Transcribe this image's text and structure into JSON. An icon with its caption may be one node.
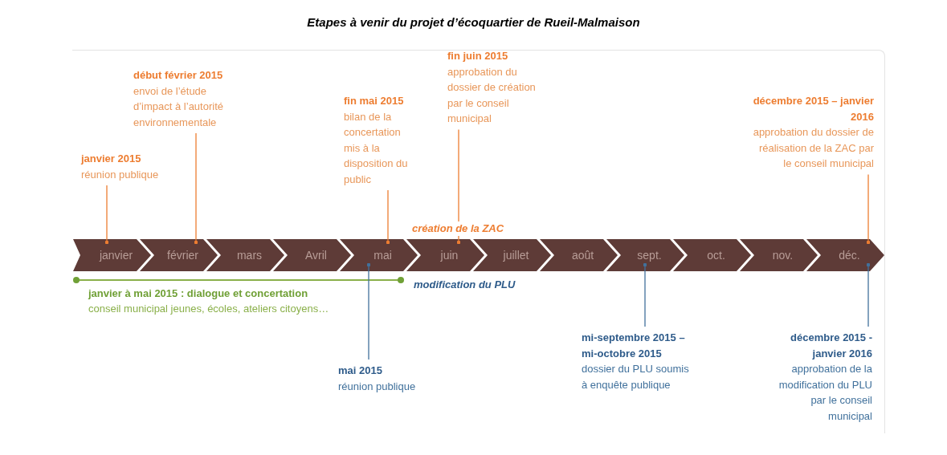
{
  "diagram": {
    "title": "Etapes à venir du projet d’écoquartier de Rueil-Malmaison",
    "nodes": [
      {
        "text": [
          "janvier"
        ]
      },
      {
        "text": [
          "février"
        ]
      },
      {
        "text": [
          "mars"
        ]
      },
      {
        "text": [
          "Avril"
        ]
      },
      {
        "text": [
          "mai"
        ]
      },
      {
        "text": [
          "juin"
        ]
      },
      {
        "text": [
          "juillet"
        ]
      },
      {
        "text": [
          "août"
        ]
      },
      {
        "text": [
          "sept."
        ]
      },
      {
        "text": [
          "oct."
        ]
      },
      {
        "text": [
          "nov."
        ]
      },
      {
        "text": [
          "déc."
        ]
      },
      {
        "text": [
          "janvier 2015",
          "réunion publique"
        ]
      },
      {
        "text": [
          "début février 2015",
          "envoi de l’étude d’impact à l’autorité environnementale"
        ]
      },
      {
        "text": [
          "fin mai 2015",
          "bilan de la concertation mis à la disposition du public"
        ]
      },
      {
        "text": [
          "fin juin 2015",
          "approbation du dossier de création par le conseil municipal"
        ]
      },
      {
        "text": [
          "décembre 2015 – janvier 2016",
          "approbation du dossier de réalisation de la ZAC par le conseil municipal"
        ]
      },
      {
        "text": [
          "mai 2015",
          "réunion publique"
        ]
      },
      {
        "text": [
          "mi-septembre 2015 – mi-octobre 2015",
          "dossier du PLU soumis à enquête publique"
        ]
      },
      {
        "text": [
          "décembre 2015 - janvier 2016",
          "approbation de la modification du PLU par le conseil municipal"
        ]
      }
    ],
    "edges": [
      {
        "from": 12,
        "to": 0,
        "arrow": "other"
      },
      {
        "from": 13,
        "to": 1,
        "arrow": "other"
      },
      {
        "from": 14,
        "to": 4,
        "arrow": "other"
      },
      {
        "from": 15,
        "to": 5,
        "arrow": "other"
      },
      {
        "from": 16,
        "to": 11,
        "arrow": "other"
      },
      {
        "from": 17,
        "to": 4,
        "arrow": "other",
        "color": "#41719c"
      },
      {
        "from": 18,
        "to": 8,
        "arrow": "other",
        "color": "#41719c"
      },
      {
        "from": 19,
        "to": 11,
        "arrow": "other",
        "color": "#41719c"
      }
    ],
    "labels": [
      "création de la ZAC",
      "janvier à mai 2015 : dialogue et concertation",
      "modification du PLU",
      "conseil municipal jeunes, écoles, ateliers citoyens…"
    ]
  }
}
